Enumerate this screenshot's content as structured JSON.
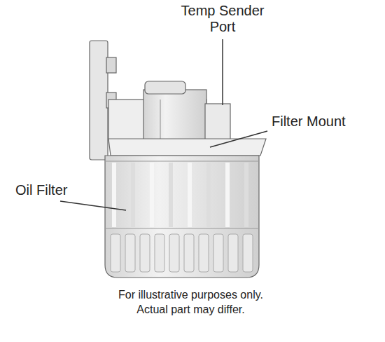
{
  "diagram": {
    "caption": "For illustrative purposes only. Actual part may differ.",
    "labels": [
      "Temp Sender Port",
      "Filter Mount",
      "Oil Filter"
    ]
  }
}
